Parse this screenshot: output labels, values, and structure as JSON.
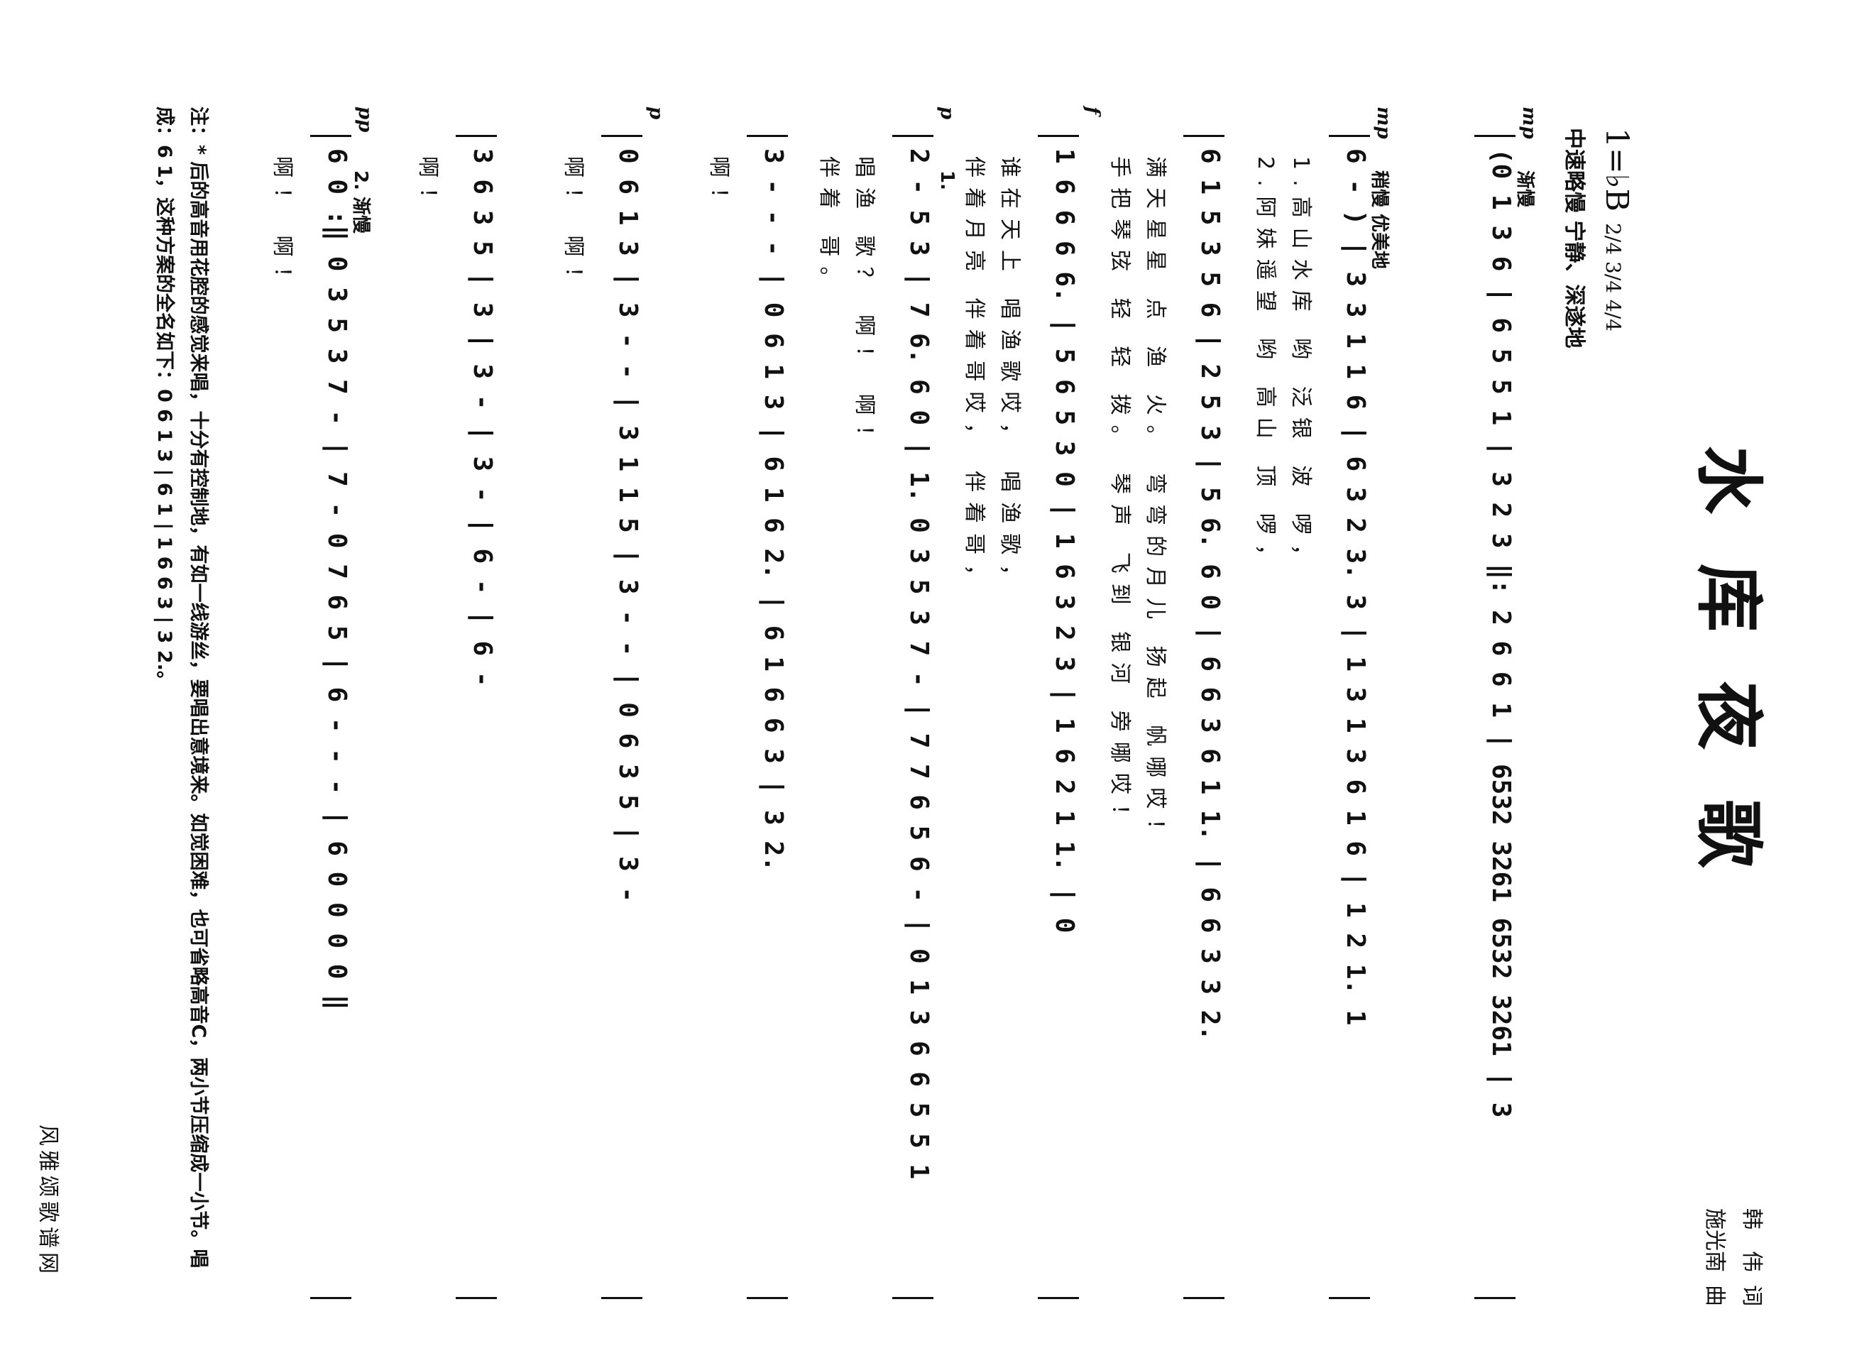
{
  "title": "水库夜歌",
  "credits": [
    {
      "name": "韩　伟",
      "role": "词"
    },
    {
      "name": "施光南",
      "role": "曲"
    }
  ],
  "key": "1=♭B",
  "meter": "2/4 3/4 4/4",
  "tempo": "中速略慢 宁静、深遂地",
  "systems": [
    {
      "dynamic": "mp",
      "notes": "(0 1 3 6 | 6 5 5 1 | 3 2 3 ‖: 2 6 6 1 | 6532 3261 6532 3261 | 3",
      "mark": "渐慢",
      "lyric1": "",
      "lyric2": ""
    },
    {
      "dynamic": "mp",
      "notes": "6 - ) | 3 3 1 1 6 | 6 3 2 3. 3 | 1 3 1 3 6 1 6 | 1 2 1. 1",
      "mark": "稍慢 优美地",
      "lyric1": "1.高山水库 哟 泛银 波 啰，",
      "lyric2": "2.阿妹遥望 哟 高山 顶 啰，"
    },
    {
      "dynamic": "",
      "notes": "6 1 5 3 5 6 | 2 5 3 | 5 6. 6 0 | 6 6 3 6 1 1. | 6 6 3 3 2.",
      "mark": "",
      "lyric1": "满天星星 点 渔 火。 弯弯的月儿 扬起 帆哪哎！",
      "lyric2": "手把琴弦 轻 轻 拨。 琴声 飞到 银河 旁哪哎！"
    },
    {
      "dynamic": "f",
      "notes": "1 6 6 6 6. | 5 6 5 3 0 | 1 6 3 2 3 | 1 6 2 1 1. | 0",
      "mark": "",
      "lyric1": "谁在天上 唱渔歌哎， 唱渔歌，",
      "lyric2": "伴着月亮 伴着哥哎， 伴着哥，"
    },
    {
      "dynamic": "p",
      "notes": "2 - 5 3 | 7 6. 6 0 | 1. 0 3 5 3 7 - | 7 7 6 5 6 - | 0 1 3 6 6 5 5 1",
      "mark": "1.",
      "lyric1": "唱渔 歌？ 啊！ 啊！",
      "lyric2": "伴着 哥。"
    },
    {
      "dynamic": "",
      "notes": "3 - - - | 0 6 1 3 | 6 1 6 2. | 6 1 6 6 3 | 3 2.",
      "mark": "",
      "lyric1": "啊！",
      "lyric2": ""
    },
    {
      "dynamic": "p",
      "notes": "0 6 1 3 | 3 - - | 3 1 1 5 | 3 - - | 0 6 3 5 | 3 -",
      "mark": "",
      "lyric1": "啊！ 啊！",
      "lyric2": ""
    },
    {
      "dynamic": "",
      "notes": "3 6 3 5 | 3 | 3 - | 3 - | 6 - | 6 -",
      "mark": "",
      "lyric1": "啊！",
      "lyric2": ""
    },
    {
      "dynamic": "pp",
      "notes": "6 0 :‖ 0 3 5 3 7 - | 7 - 0 7 6 5 | 6 - - - | 6 0 0 0 0 ‖",
      "mark": "2. 渐慢",
      "lyric1": "啊！ 啊！",
      "lyric2": ""
    }
  ],
  "note": "注：* 后的高音用花腔的感觉来唱，十分有控制地，有如一线游丝，要唱出意境来。如觉困难，也可省略高音C，两小节压缩成一小节。唱成：6 1，这种方案的全名如下：0 6 1 3 | 6 1 | 1 6 6 3 | 3 2.。",
  "footer": "风雅颂歌谱网"
}
